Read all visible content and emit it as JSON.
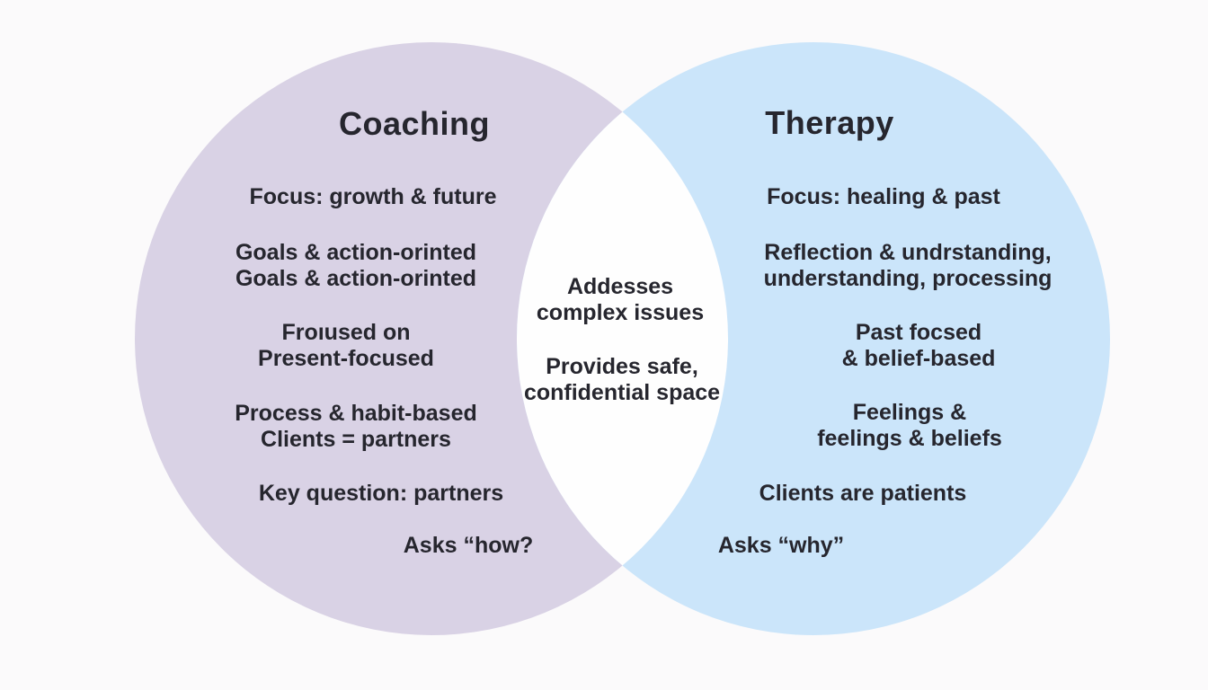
{
  "page": {
    "background": "#fbfafb",
    "text_color": "#26262e"
  },
  "venn": {
    "left": {
      "title": "Coaching",
      "color": "#d9d2e5",
      "items": [
        {
          "lines": [
            "Focus: growth & future"
          ]
        },
        {
          "lines": [
            "Goals & action-orinted",
            "Goals & action-orinted"
          ]
        },
        {
          "lines": [
            "Froıused on",
            "Present-focused"
          ]
        },
        {
          "lines": [
            "Process & habit-based",
            "Clients = partners"
          ]
        },
        {
          "lines": [
            "Key question: partners"
          ]
        },
        {
          "lines": [
            "Asks “how?"
          ]
        }
      ]
    },
    "middle": {
      "color": "#fefefe",
      "items": [
        {
          "lines": [
            "Addesses",
            "complex issues"
          ]
        },
        {
          "lines": [
            "Provides safe,",
            "confidential space"
          ]
        }
      ]
    },
    "right": {
      "title": "Therapy",
      "color": "#cbe5fa",
      "items": [
        {
          "lines": [
            "Focus: healing & past"
          ]
        },
        {
          "lines": [
            "Reflection & undrstanding,",
            "understanding, processing"
          ]
        },
        {
          "lines": [
            "Past focsed",
            "& belief-based"
          ]
        },
        {
          "lines": [
            "Feelings &",
            "feelings & beliefs"
          ]
        },
        {
          "lines": [
            "Clients are patients"
          ]
        },
        {
          "lines": [
            "Asks “why”"
          ]
        }
      ]
    }
  }
}
